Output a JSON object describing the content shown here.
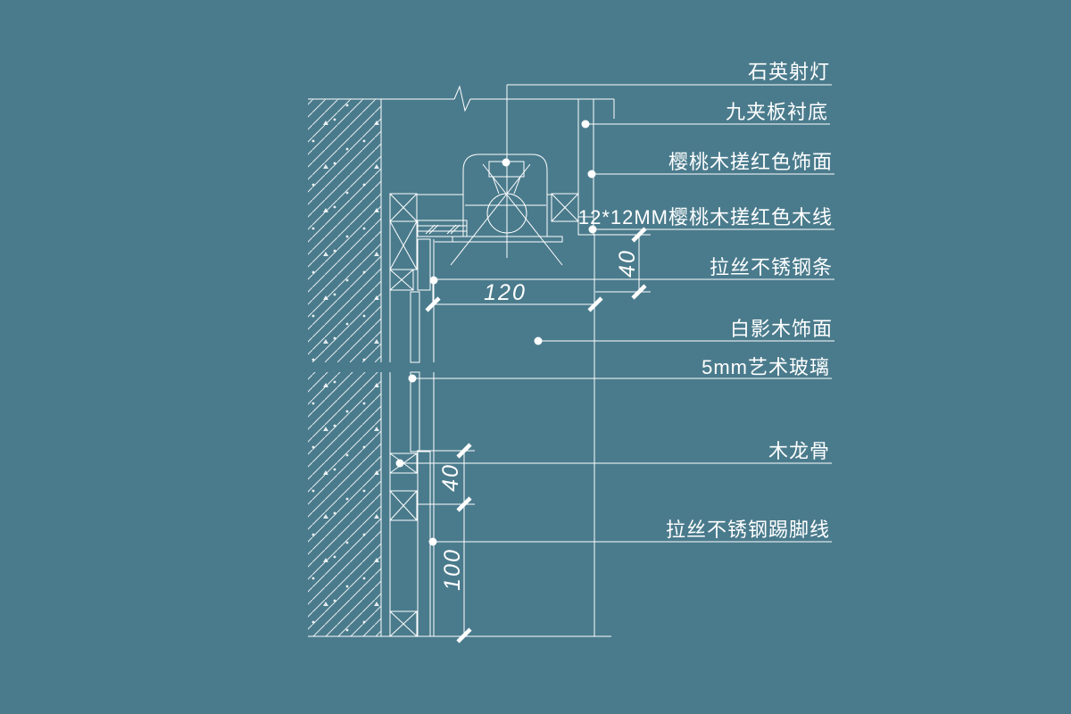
{
  "colors": {
    "background": "#4A7B8C",
    "line": "#FFFFFF"
  },
  "callouts": [
    {
      "id": "quartz-spotlight",
      "text": "石英射灯"
    },
    {
      "id": "plywood-backing",
      "text": "九夹板衬底"
    },
    {
      "id": "cherry-red-veneer",
      "text": "樱桃木搓红色饰面"
    },
    {
      "id": "cherry-red-trim",
      "text": "12*12MM樱桃木搓红色木线"
    },
    {
      "id": "brushed-steel-strip",
      "text": "拉丝不锈钢条"
    },
    {
      "id": "white-shadow-veneer",
      "text": "白影木饰面"
    },
    {
      "id": "art-glass",
      "text": "5mm艺术玻璃"
    },
    {
      "id": "wood-keel",
      "text": "木龙骨"
    },
    {
      "id": "brushed-steel-skirting",
      "text": "拉丝不锈钢踢脚线"
    }
  ],
  "dims": {
    "recess_width": "120",
    "upper_reveal": "40",
    "lower_reveal": "40",
    "skirting_height": "100"
  }
}
